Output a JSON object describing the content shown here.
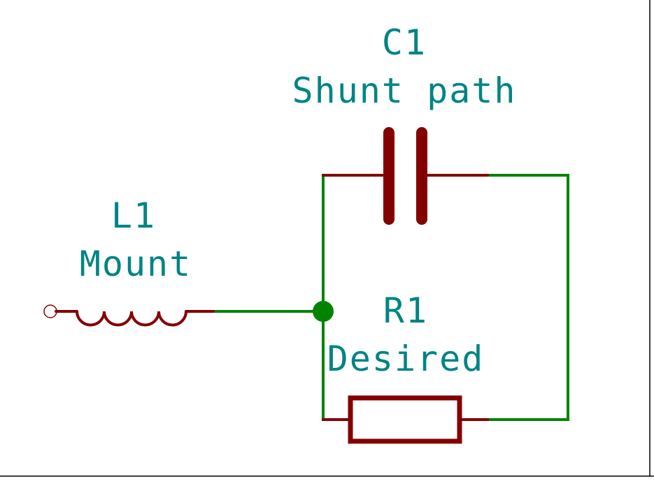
{
  "colors": {
    "background": "#ffffff",
    "component": "#840000",
    "wire": "#008400",
    "text": "#008484",
    "frame": "#000000"
  },
  "components": {
    "capacitor": {
      "ref": "C1",
      "value": "Shunt path"
    },
    "inductor": {
      "ref": "L1",
      "value": "Mount"
    },
    "resistor": {
      "ref": "R1",
      "value": "Desired"
    }
  }
}
